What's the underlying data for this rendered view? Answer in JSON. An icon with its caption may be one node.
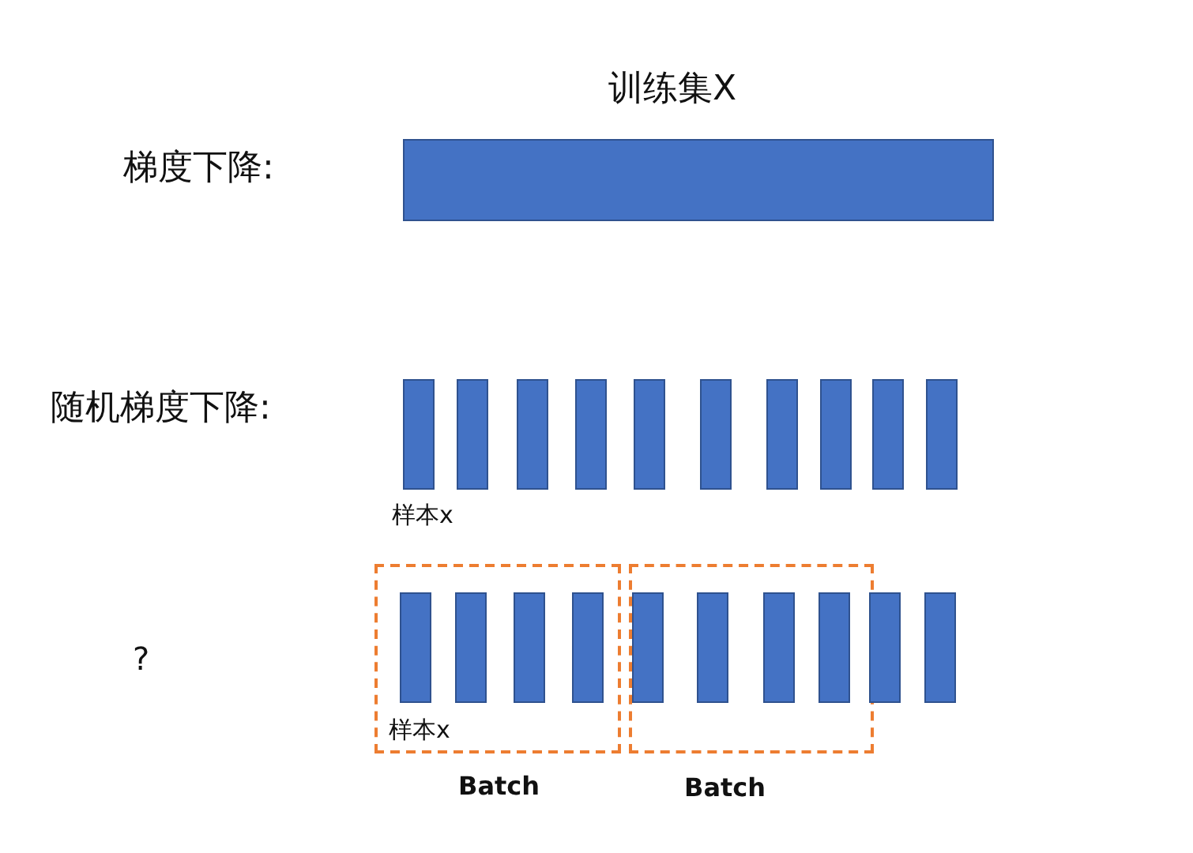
{
  "diagram": {
    "nodes": [
      {
        "text": [],
        "shape": "bar"
      },
      {
        "text": [],
        "shape": "bar"
      },
      {
        "text": [],
        "shape": "bar"
      },
      {
        "text": [],
        "shape": "bar"
      },
      {
        "text": [],
        "shape": "bar"
      },
      {
        "text": [],
        "shape": "bar"
      },
      {
        "text": [],
        "shape": "bar"
      },
      {
        "text": [],
        "shape": "bar"
      },
      {
        "text": [],
        "shape": "bar"
      },
      {
        "text": [],
        "shape": "bar"
      },
      {
        "text": [],
        "shape": "bar"
      },
      {
        "text": [],
        "shape": "box"
      },
      {
        "text": [],
        "shape": "bar",
        "in": 11
      },
      {
        "text": [],
        "shape": "bar",
        "in": 11
      },
      {
        "text": [],
        "shape": "bar",
        "in": 11
      },
      {
        "text": [],
        "shape": "bar",
        "in": 11
      },
      {
        "text": [],
        "shape": "box"
      },
      {
        "text": [],
        "shape": "bar",
        "in": 16
      },
      {
        "text": [],
        "shape": "bar",
        "in": 16
      },
      {
        "text": [],
        "shape": "bar",
        "in": 16
      },
      {
        "text": [],
        "shape": "bar",
        "in": 16
      },
      {
        "text": [],
        "shape": "bar"
      },
      {
        "text": [],
        "shape": "bar"
      }
    ],
    "labels": [
      "训练集X",
      "梯度下降:",
      "随机梯度下降:",
      "样本x",
      "?",
      "样本x",
      "Batch",
      "Batch"
    ]
  }
}
